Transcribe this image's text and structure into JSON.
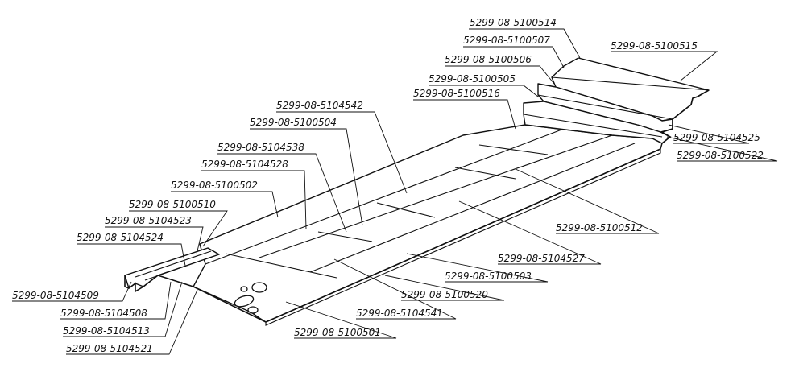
{
  "diagram": {
    "labels": {
      "p5100514": "5299-08-5100514",
      "p5100507": "5299-08-5100507",
      "p5100515": "5299-08-5100515",
      "p5100506": "5299-08-5100506",
      "p5100505": "5299-08-5100505",
      "p5100516": "5299-08-5100516",
      "p5104542": "5299-08-5104542",
      "p5100504": "5299-08-5100504",
      "p5104538": "5299-08-5104538",
      "p5104528": "5299-08-5104528",
      "p5100502": "5299-08-5100502",
      "p5100510": "5299-08-5100510",
      "p5104523": "5299-08-5104523",
      "p5104524": "5299-08-5104524",
      "p5104525": "5299-08-5104525",
      "p5100522": "5299-08-5100522",
      "p5100512": "5299-08-5100512",
      "p5104527": "5299-08-5104527",
      "p5100503": "5299-08-5100503",
      "p5100520": "5299-08-5100520",
      "p5104541": "5299-08-5104541",
      "p5100501": "5299-08-5100501",
      "p5104509": "5299-08-5104509",
      "p5104508": "5299-08-5104508",
      "p5104513": "5299-08-5104513",
      "p5104521": "5299-08-5104521"
    }
  }
}
